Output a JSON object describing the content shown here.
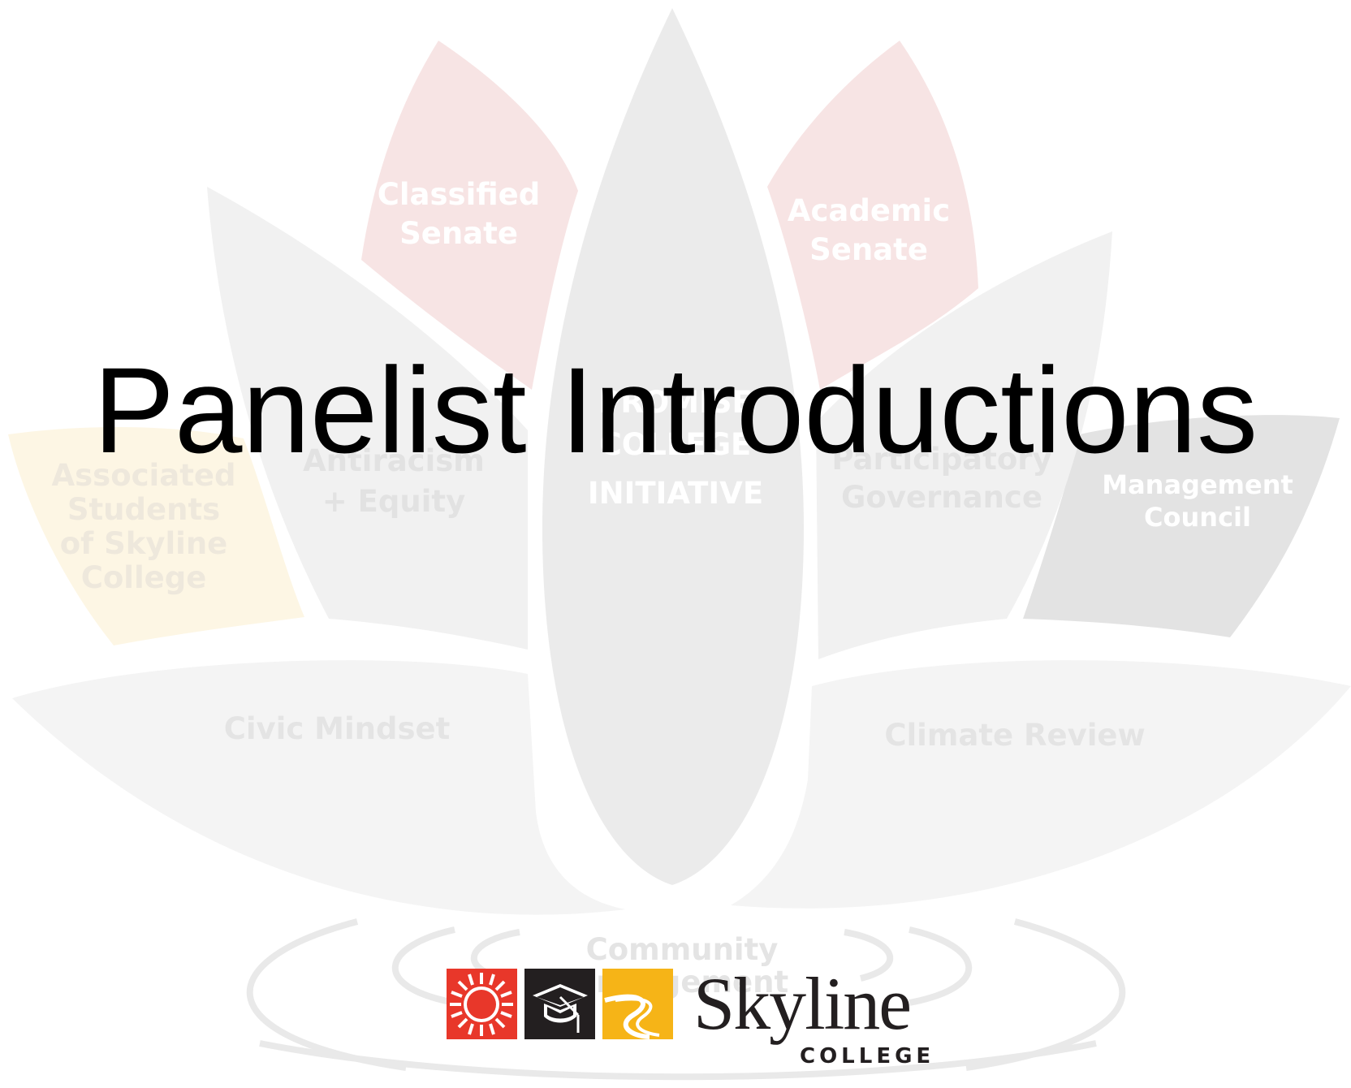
{
  "slide": {
    "title": "Panelist Introductions"
  },
  "lotus": {
    "center_lines": [
      "PROMISE",
      "COLLEGE",
      "INITIATIVE"
    ],
    "classified_senate": [
      "Classified",
      "Senate"
    ],
    "academic_senate": [
      "Academic",
      "Senate"
    ],
    "antiracism": [
      "Antiracism",
      "+ Equity"
    ],
    "participatory": [
      "Participatory",
      "Governance"
    ],
    "associated_students": [
      "Associated",
      "Students",
      "of Skyline",
      "College"
    ],
    "management_council": [
      "Management",
      "Council"
    ],
    "civic_mindset": "Civic Mindset",
    "climate_review": "Climate Review",
    "community_engagement": [
      "Community",
      "Engagement"
    ]
  },
  "logo": {
    "wordmark": "Skyline",
    "sub": "COLLEGE",
    "colors": {
      "red": "#e8372a",
      "black": "#231f20",
      "gold": "#f6b417"
    },
    "icons": [
      "sun-icon",
      "graduation-cap-icon",
      "road-icon"
    ]
  },
  "colors": {
    "petal_gray": "#eeeeee",
    "petal_pink": "#f7e4e4",
    "petal_yellow": "#fdf6e4",
    "petal_dark": "#e3e3e3",
    "label_faded": "#dedede",
    "label_white": "#ffffff"
  }
}
